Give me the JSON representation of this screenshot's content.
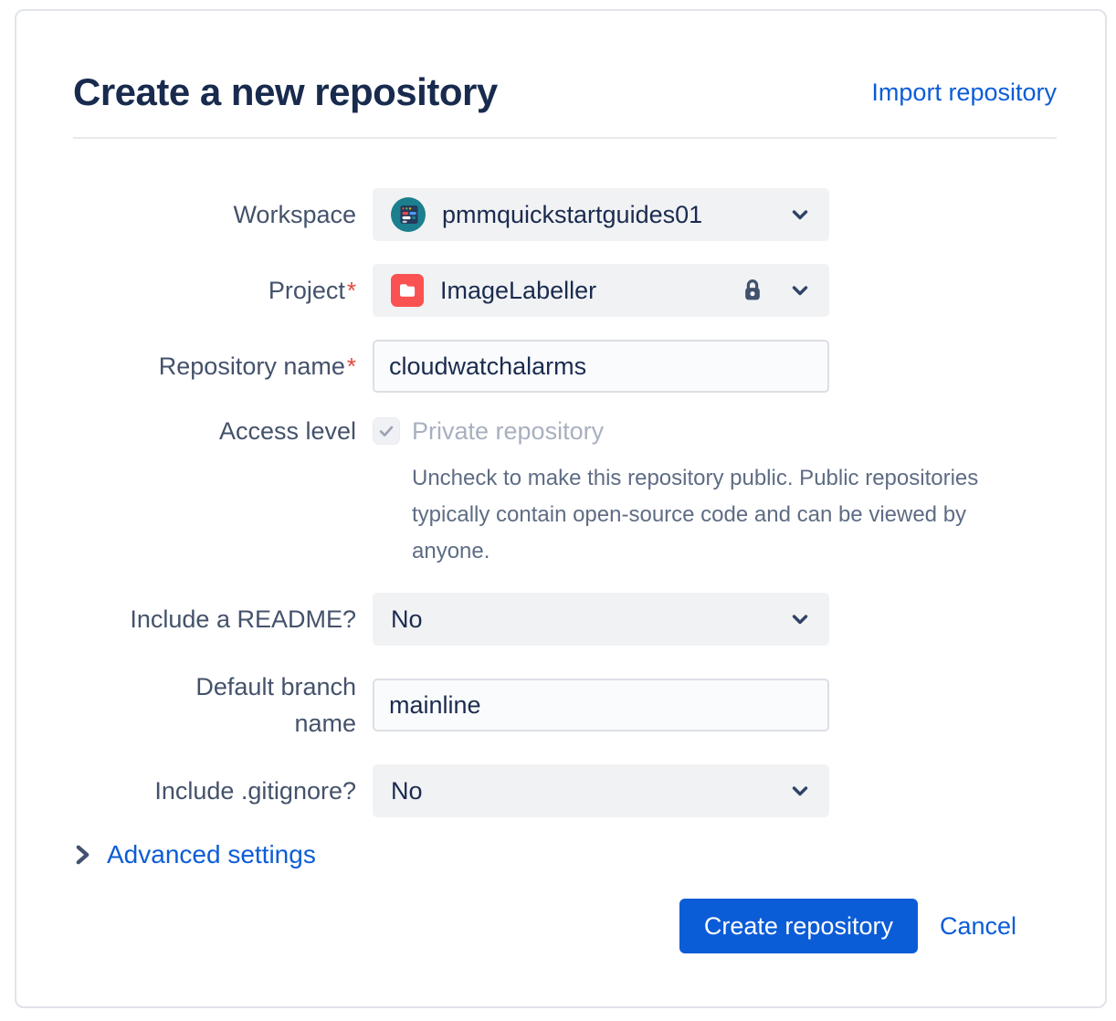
{
  "colors": {
    "accent": "#0B5CD7",
    "title": "#182B4E",
    "label": "#44526B",
    "help": "#5E6C84",
    "disabled_text": "#A8B0BF",
    "required": "#E2483D",
    "select_bg": "#F1F2F4",
    "input_border": "#DCDFE4",
    "project_icon_red": "#FA5252",
    "avatar_teal": "#1B7F8E"
  },
  "dialog": {
    "title": "Create a new repository",
    "import_link": "Import repository"
  },
  "form": {
    "workspace": {
      "label": "Workspace",
      "value": "pmmquickstartguides01"
    },
    "project": {
      "label": "Project",
      "required": "*",
      "value": "ImageLabeller"
    },
    "repo_name": {
      "label": "Repository name",
      "required": "*",
      "value": "cloudwatchalarms"
    },
    "access_level": {
      "label": "Access level",
      "checkbox_label": "Private repository",
      "checked": true,
      "help": "Uncheck to make this repository public. Public repositories typically contain open-source code and can be viewed by anyone."
    },
    "readme": {
      "label": "Include a README?",
      "value": "No"
    },
    "default_branch": {
      "label": "Default branch name",
      "value": "mainline"
    },
    "gitignore": {
      "label": "Include .gitignore?",
      "value": "No"
    }
  },
  "advanced": {
    "label": "Advanced settings"
  },
  "actions": {
    "create": "Create repository",
    "cancel": "Cancel"
  },
  "icons": {
    "workspace_avatar": "workspace-avatar",
    "project": "project-folder-icon",
    "lock": "lock-icon",
    "chevron_down": "chevron-down-icon",
    "chevron_right": "chevron-right-icon",
    "check": "checkmark-icon"
  }
}
